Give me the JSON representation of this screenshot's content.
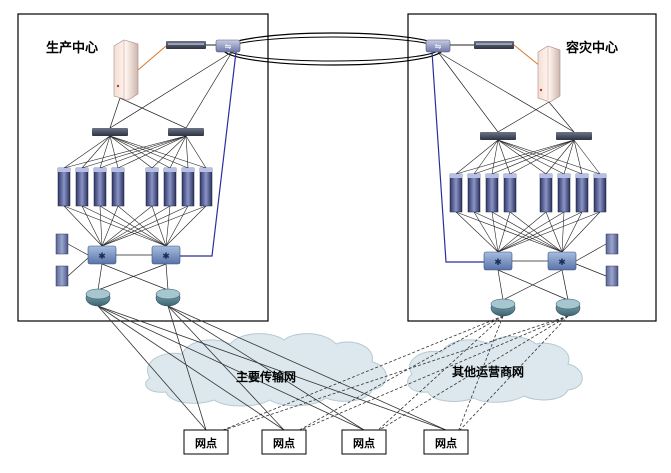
{
  "sites": {
    "production": {
      "label": "生产中心"
    },
    "disaster_recovery": {
      "label": "容灾中心"
    }
  },
  "clouds": {
    "main": {
      "label": "主要传输网"
    },
    "other": {
      "label": "其他运营商网"
    }
  },
  "branches": [
    {
      "label": "网点"
    },
    {
      "label": "网点"
    },
    {
      "label": "网点"
    },
    {
      "label": "网点"
    }
  ],
  "colors": {
    "frame": "#000000",
    "link": "#2b2f9e",
    "wan_link": "#2b2f9e",
    "fiber": "#d9772b",
    "cloud_fill": "#dde9ee",
    "cloud_stroke": "#b5c8d0",
    "server_body": "#3b4470",
    "router_body": "#4a6e7c",
    "icons": [
      "storage-tower-icon",
      "switch-icon",
      "firewall-icon",
      "server-rack-icon",
      "router-icon",
      "core-switch-icon",
      "network-cloud-icon"
    ]
  }
}
